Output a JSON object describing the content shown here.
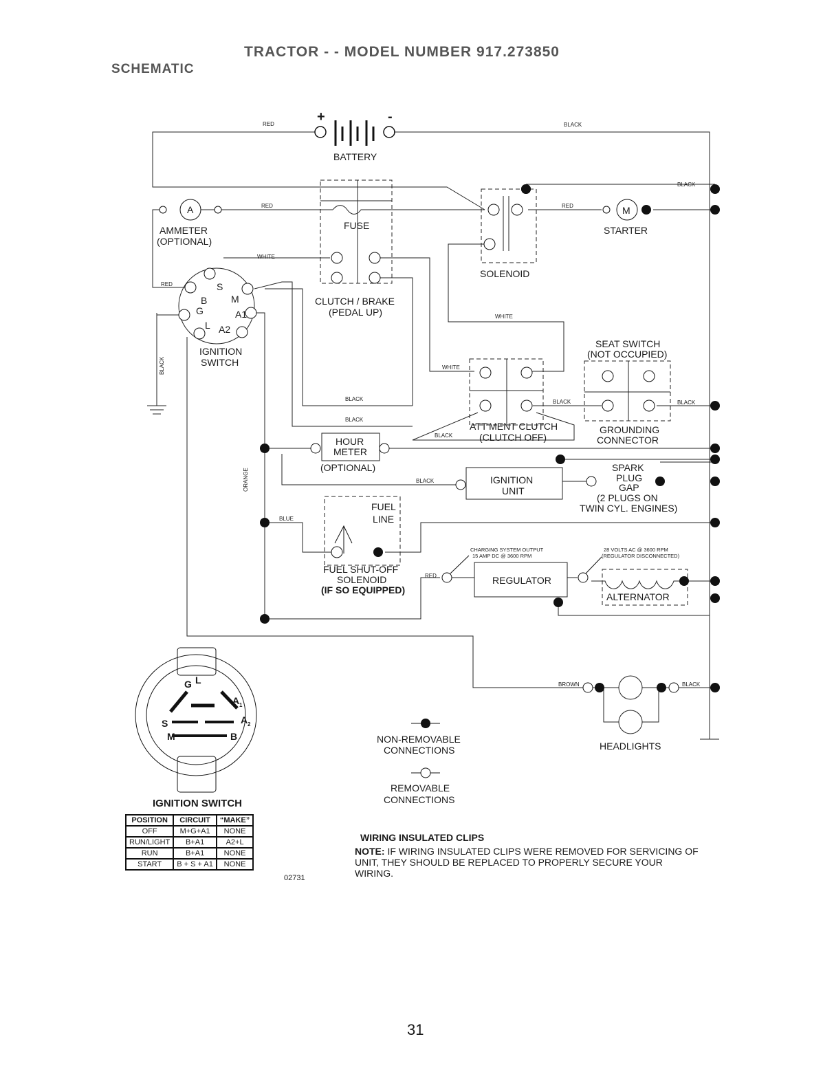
{
  "header": {
    "title": "TRACTOR - - MODEL NUMBER 917.273850",
    "subtitle": "SCHEMATIC"
  },
  "components": {
    "battery": "BATTERY",
    "battery_plus": "+",
    "battery_minus": "-",
    "ammeter": "A",
    "ammeter_label": "AMMETER",
    "ammeter_optional": "(OPTIONAL)",
    "fuse": "FUSE",
    "starter_m": "M",
    "starter": "STARTER",
    "solenoid": "SOLENOID",
    "clutch_brake": "CLUTCH / BRAKE",
    "pedal_up": "(PEDAL UP)",
    "seat_switch": "SEAT SWITCH",
    "not_occupied": "(NOT OCCUPIED)",
    "ignition_switch_1": "IGNITION",
    "ignition_switch_2": "SWITCH",
    "attment_clutch": "ATT'MENT CLUTCH",
    "clutch_off": "(CLUTCH OFF)",
    "grounding_1": "GROUNDING",
    "grounding_2": "CONNECTOR",
    "hour_1": "HOUR",
    "hour_2": "METER",
    "hour_optional": "(OPTIONAL)",
    "ignition_unit_1": "IGNITION",
    "ignition_unit_2": "UNIT",
    "spark_1": "SPARK",
    "spark_2": "PLUG",
    "spark_3": "GAP",
    "spark_4": "(2 PLUGS ON",
    "spark_5": "TWIN CYL. ENGINES)",
    "fuel_1": "FUEL",
    "fuel_2": "LINE",
    "fuel_sol_1": "FUEL SHUT-OFF",
    "fuel_sol_2": "SOLENOID",
    "fuel_sol_3": "(IF SO EQUIPPED)",
    "charging_1": "CHARGING SYSTEM OUTPUT",
    "charging_2": "15 AMP DC @ 3600 RPM",
    "volts_1": "28 VOLTS AC @ 3600 RPM",
    "volts_2": "(REGULATOR DISCONNECTED)",
    "regulator": "REGULATOR",
    "alternator": "ALTERNATOR",
    "headlights": "HEADLIGHTS"
  },
  "ignition_terminals": {
    "b": "B",
    "s": "S",
    "m": "M",
    "g": "G",
    "a1": "A1",
    "l": "L",
    "a2": "A2"
  },
  "switch_face": {
    "g": "G",
    "l": "L",
    "a1": "A",
    "a1_sub": "1",
    "s": "S",
    "a2": "A",
    "a2_sub": "2",
    "m": "M",
    "b": "B"
  },
  "wires": {
    "red": "RED",
    "black": "BLACK",
    "white": "WHITE",
    "orange": "ORANGE",
    "blue": "BLUE",
    "brown": "BROWN"
  },
  "legend": {
    "non_removable_1": "NON-REMOVABLE",
    "non_removable_2": "CONNECTIONS",
    "removable_1": "REMOVABLE",
    "removable_2": "CONNECTIONS"
  },
  "ignition_table": {
    "title": "IGNITION SWITCH",
    "headers": [
      "POSITION",
      "CIRCUIT",
      "“MAKE”"
    ],
    "rows": [
      [
        "OFF",
        "M+G+A1",
        "NONE"
      ],
      [
        "RUN/LIGHT",
        "B+A1",
        "A2+L"
      ],
      [
        "RUN",
        "B+A1",
        "NONE"
      ],
      [
        "START",
        "B + S + A1",
        "NONE"
      ]
    ]
  },
  "code": "02731",
  "clips": {
    "title": "WIRING INSULATED CLIPS",
    "note_label": "NOTE:",
    "note_text": " IF WIRING INSULATED CLIPS WERE REMOVED FOR SERVICING OF UNIT, THEY SHOULD BE REPLACED TO PROPERLY SECURE YOUR WIRING."
  },
  "page_number": "31"
}
